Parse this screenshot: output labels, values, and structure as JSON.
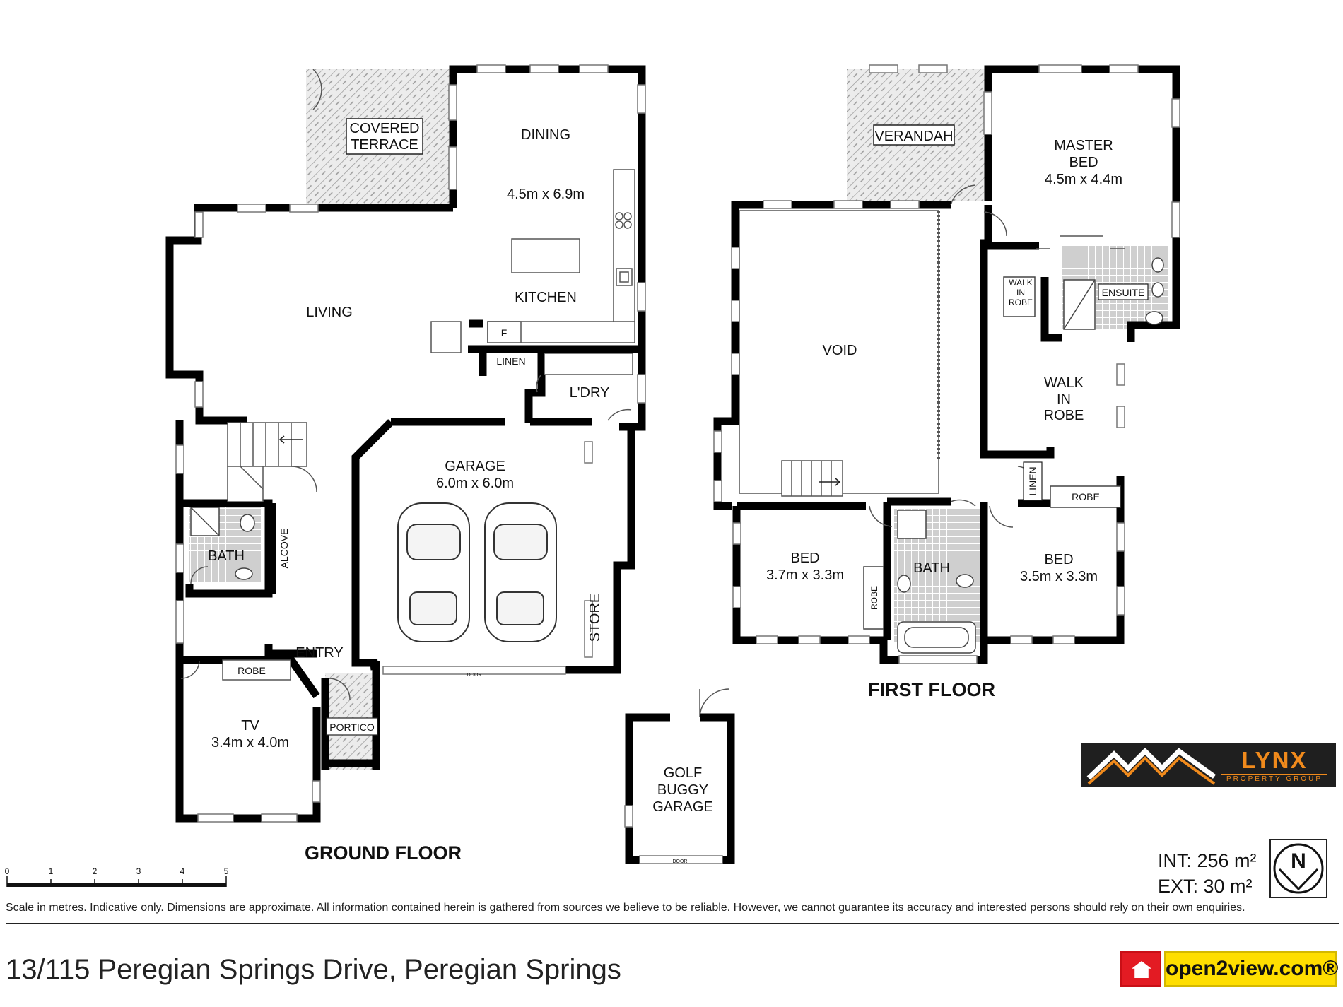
{
  "rooms": {
    "covered_terrace_1": "COVERED",
    "covered_terrace_2": "TERRACE",
    "dining": "DINING",
    "dining_size": "4.5m x 6.9m",
    "kitchen": "KITCHEN",
    "living": "LIVING",
    "fridge": "F",
    "linen": "LINEN",
    "laundry": "L'DRY",
    "garage": "GARAGE",
    "garage_size": "6.0m x 6.0m",
    "store": "STORE",
    "bath_ground": "BATH",
    "alcove": "ALCOVE",
    "entry": "ENTRY",
    "robe_tv": "ROBE",
    "tv": "TV",
    "tv_size": "3.4m x 4.0m",
    "portico": "PORTICO",
    "garage_door": "DOOR",
    "golf_1": "GOLF",
    "golf_2": "BUGGY",
    "golf_3": "GARAGE",
    "golf_door": "DOOR",
    "verandah": "VERANDAH",
    "master_1": "MASTER",
    "master_2": "BED",
    "master_size": "4.5m x 4.4m",
    "wir_small_1": "WALK",
    "wir_small_2": "IN",
    "wir_small_3": "ROBE",
    "ensuite": "ENSUITE",
    "void": "VOID",
    "wir_1": "WALK",
    "wir_2": "IN",
    "wir_3": "ROBE",
    "linen_first": "LINEN",
    "robe_bed2": "ROBE",
    "bed1": "BED",
    "bed1_size": "3.7m x 3.3m",
    "robe_bed1": "ROBE",
    "bath_first": "BATH",
    "bed2": "BED",
    "bed2_size": "3.5m x 3.3m"
  },
  "floors": {
    "ground": "GROUND FLOOR",
    "first": "FIRST FLOOR"
  },
  "scale": {
    "ticks": [
      "0",
      "1",
      "2",
      "3",
      "4",
      "5"
    ]
  },
  "areas": {
    "internal": "INT: 256 m²",
    "external": "EXT: 30 m²"
  },
  "compass": {
    "label": "N"
  },
  "brand": {
    "agency_name": "LYNX",
    "agency_sub": "PROPERTY GROUP",
    "portal": "open2view.com®",
    "accent": "#f08a1c"
  },
  "disclaimer": "Scale in metres. Indicative only. Dimensions are approximate. All information contained herein is gathered from sources we believe to be reliable. However, we cannot guarantee its accuracy and interested persons should rely on their own enquiries.",
  "address": "13/115 Peregian Springs Drive, Peregian Springs"
}
